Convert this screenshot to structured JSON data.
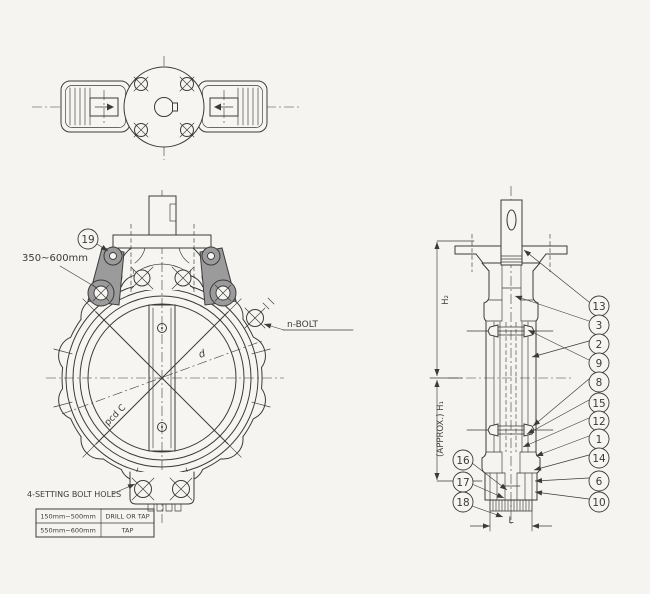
{
  "drawing": {
    "colors": {
      "paper": "#f6f5f1",
      "line": "#3b3b3b",
      "bracket_fill": "#9b9b9b"
    },
    "front_view": {
      "callout_19": "19",
      "size_range_label": "350~600mm",
      "n_bolt_label": "n-BOLT",
      "bore_dia_label": "d",
      "pcd_label": "pcd C",
      "setting_bolt_label": "4-SETTING BOLT HOLES",
      "table": {
        "rows": [
          {
            "range": "150mm~500mm",
            "method": "DRILL OR TAP"
          },
          {
            "range": "550mm~600mm",
            "method": "TAP"
          }
        ]
      }
    },
    "side_view": {
      "dim_h2": "H₂",
      "dim_h1": "(APPROX.) H₁",
      "dim_l": "L",
      "callouts_right": [
        "13",
        "3",
        "2",
        "9",
        "8",
        "15",
        "12",
        "1",
        "14",
        "6",
        "10"
      ],
      "callouts_left": [
        "16",
        "17",
        "18"
      ]
    }
  }
}
